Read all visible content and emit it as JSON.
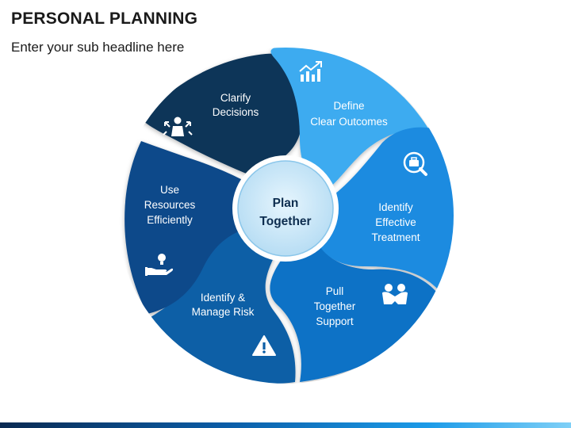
{
  "title": "PERSONAL PLANNING",
  "subtitle": "Enter your sub headline here",
  "center": {
    "line1": "Plan",
    "line2": "Together"
  },
  "segments": [
    {
      "lines": [
        "Clarify",
        "Decisions"
      ],
      "icon": "person-crossroads-icon",
      "color": "#0f3558"
    },
    {
      "lines": [
        "Define",
        "Clear Outcomes"
      ],
      "icon": "growth-chart-icon",
      "color": "#3dabf0"
    },
    {
      "lines": [
        "Identify",
        "Effective",
        "Treatment"
      ],
      "icon": "briefcase-search-icon",
      "color": "#1b8be0"
    },
    {
      "lines": [
        "Pull",
        "Together",
        "Support"
      ],
      "icon": "people-hug-icon",
      "color": "#0f72c6"
    },
    {
      "lines": [
        "Identify &",
        "Manage Risk"
      ],
      "icon": "warning-icon",
      "color": "#0c5ea6"
    },
    {
      "lines": [
        "Use",
        "Resources",
        "Efficiently"
      ],
      "icon": "lightbulb-hand-icon",
      "color": "#0e4a8a"
    }
  ]
}
